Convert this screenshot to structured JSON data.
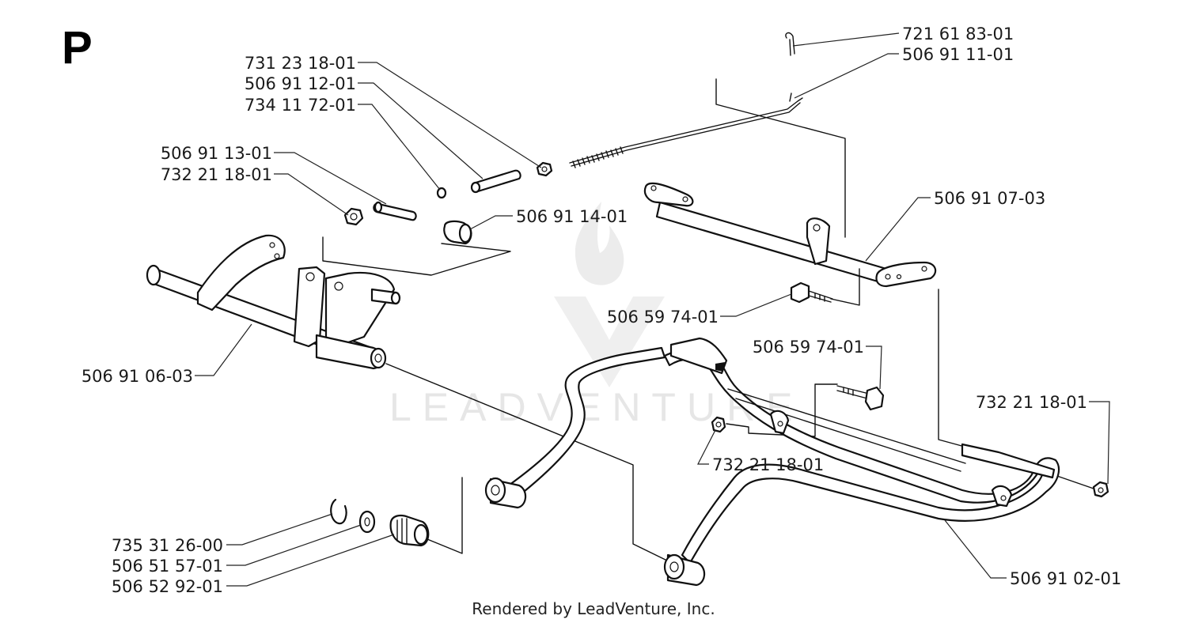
{
  "section_letter": "P",
  "footer_text": "Rendered by LeadVenture, Inc.",
  "watermark": "LEADVENTURE",
  "colors": {
    "line": "#111111",
    "background": "#ffffff",
    "watermark": "#e6e6e6"
  },
  "parts": [
    {
      "id": "p1",
      "number": "721 61 83-01"
    },
    {
      "id": "p2",
      "number": "506 91 11-01"
    },
    {
      "id": "p3",
      "number": "731 23 18-01"
    },
    {
      "id": "p4",
      "number": "506 91 12-01"
    },
    {
      "id": "p5",
      "number": "734 11 72-01"
    },
    {
      "id": "p6",
      "number": "506 91 13-01"
    },
    {
      "id": "p7",
      "number": "732 21 18-01"
    },
    {
      "id": "p8",
      "number": "506 91 14-01"
    },
    {
      "id": "p9",
      "number": "506 91 07-03"
    },
    {
      "id": "p10",
      "number": "506 59 74-01"
    },
    {
      "id": "p11",
      "number": "506 59 74-01"
    },
    {
      "id": "p12",
      "number": "506 91 06-03"
    },
    {
      "id": "p13",
      "number": "732 21 18-01"
    },
    {
      "id": "p14",
      "number": "732 21 18-01"
    },
    {
      "id": "p15",
      "number": "735 31 26-00"
    },
    {
      "id": "p16",
      "number": "506 51 57-01"
    },
    {
      "id": "p17",
      "number": "506 52 92-01"
    },
    {
      "id": "p18",
      "number": "506 91 02-01"
    }
  ]
}
